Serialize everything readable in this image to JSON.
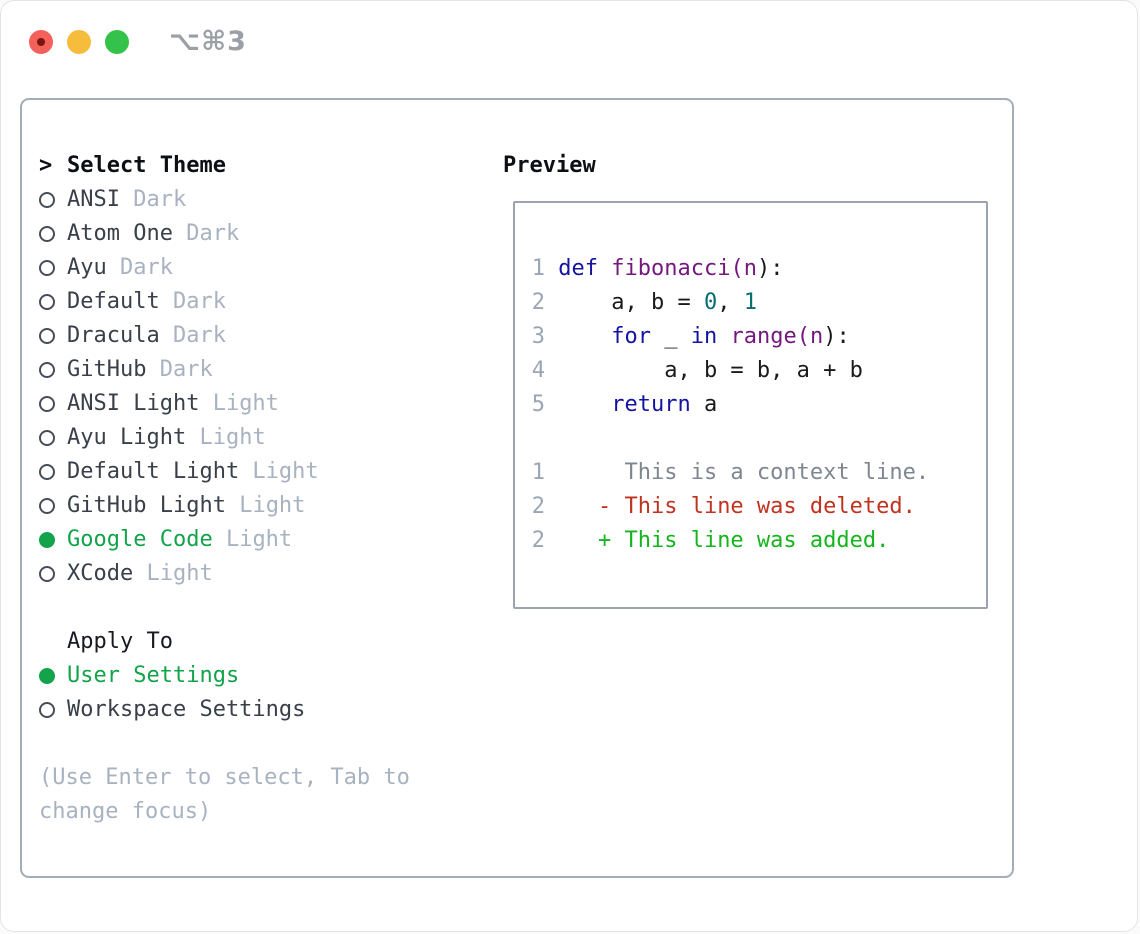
{
  "window": {
    "shortcut": "⌥⌘3"
  },
  "theme_panel": {
    "cursor": ">",
    "title": "Select Theme",
    "items": [
      {
        "name": "ANSI",
        "variant": "Dark",
        "selected": false
      },
      {
        "name": "Atom One",
        "variant": "Dark",
        "selected": false
      },
      {
        "name": "Ayu",
        "variant": "Dark",
        "selected": false
      },
      {
        "name": "Default",
        "variant": "Dark",
        "selected": false
      },
      {
        "name": "Dracula",
        "variant": "Dark",
        "selected": false
      },
      {
        "name": "GitHub",
        "variant": "Dark",
        "selected": false
      },
      {
        "name": "ANSI Light",
        "variant": "Light",
        "selected": false
      },
      {
        "name": "Ayu Light",
        "variant": "Light",
        "selected": false
      },
      {
        "name": "Default Light",
        "variant": "Light",
        "selected": false
      },
      {
        "name": "GitHub Light",
        "variant": "Light",
        "selected": false
      },
      {
        "name": "Google Code",
        "variant": "Light",
        "selected": true
      },
      {
        "name": "XCode",
        "variant": "Light",
        "selected": false
      }
    ],
    "apply_to": {
      "title": "Apply To",
      "options": [
        {
          "label": "User Settings",
          "selected": true
        },
        {
          "label": "Workspace Settings",
          "selected": false
        }
      ]
    },
    "hint": "(Use Enter to select, Tab to\nchange focus)"
  },
  "preview": {
    "title": "Preview",
    "code_lines": [
      {
        "num": "1",
        "segments": [
          [
            "def",
            "kwd"
          ],
          [
            " ",
            "pln"
          ],
          [
            "fibonacci(n",
            "typ"
          ],
          [
            "):",
            "pln"
          ]
        ]
      },
      {
        "num": "2",
        "segments": [
          [
            "    a, b = ",
            "pln"
          ],
          [
            "0",
            "lit"
          ],
          [
            ", ",
            "pln"
          ],
          [
            "1",
            "lit"
          ]
        ]
      },
      {
        "num": "3",
        "segments": [
          [
            "    ",
            "pln"
          ],
          [
            "for",
            "kwd"
          ],
          [
            " _ ",
            "pln"
          ],
          [
            "in",
            "kwd"
          ],
          [
            " ",
            "pln"
          ],
          [
            "range(n",
            "typ"
          ],
          [
            "):",
            "pln"
          ]
        ]
      },
      {
        "num": "4",
        "segments": [
          [
            "        a, b = b, a + b",
            "pln"
          ]
        ]
      },
      {
        "num": "5",
        "segments": [
          [
            "    ",
            "pln"
          ],
          [
            "return",
            "kwd"
          ],
          [
            " a",
            "pln"
          ]
        ]
      },
      {
        "num": "",
        "segments": []
      },
      {
        "num": "1",
        "segments": [
          [
            "     This is a context line.",
            "ctx"
          ]
        ]
      },
      {
        "num": "2",
        "segments": [
          [
            "   - This line was deleted.",
            "del"
          ]
        ]
      },
      {
        "num": "2",
        "segments": [
          [
            "   + This line was added.",
            "add"
          ]
        ]
      }
    ]
  },
  "colors": {
    "accent_green": "#12a34b",
    "panel_border": "#a3acb7",
    "preview_border": "#9aa3af",
    "muted_text": "#a8b2c0",
    "item_text": "#3a4049",
    "gutter": "#9aa6b5",
    "code_keyword": "#1414a0",
    "code_type": "#75187d",
    "code_literal": "#066e6e",
    "code_plain": "#1a1a1a",
    "diff_context": "#7e8791",
    "diff_deleted": "#c0331f",
    "diff_added": "#16b51f",
    "traffic_red": "#f4605a",
    "traffic_yellow": "#f6bd3c",
    "traffic_green": "#33c24a"
  }
}
